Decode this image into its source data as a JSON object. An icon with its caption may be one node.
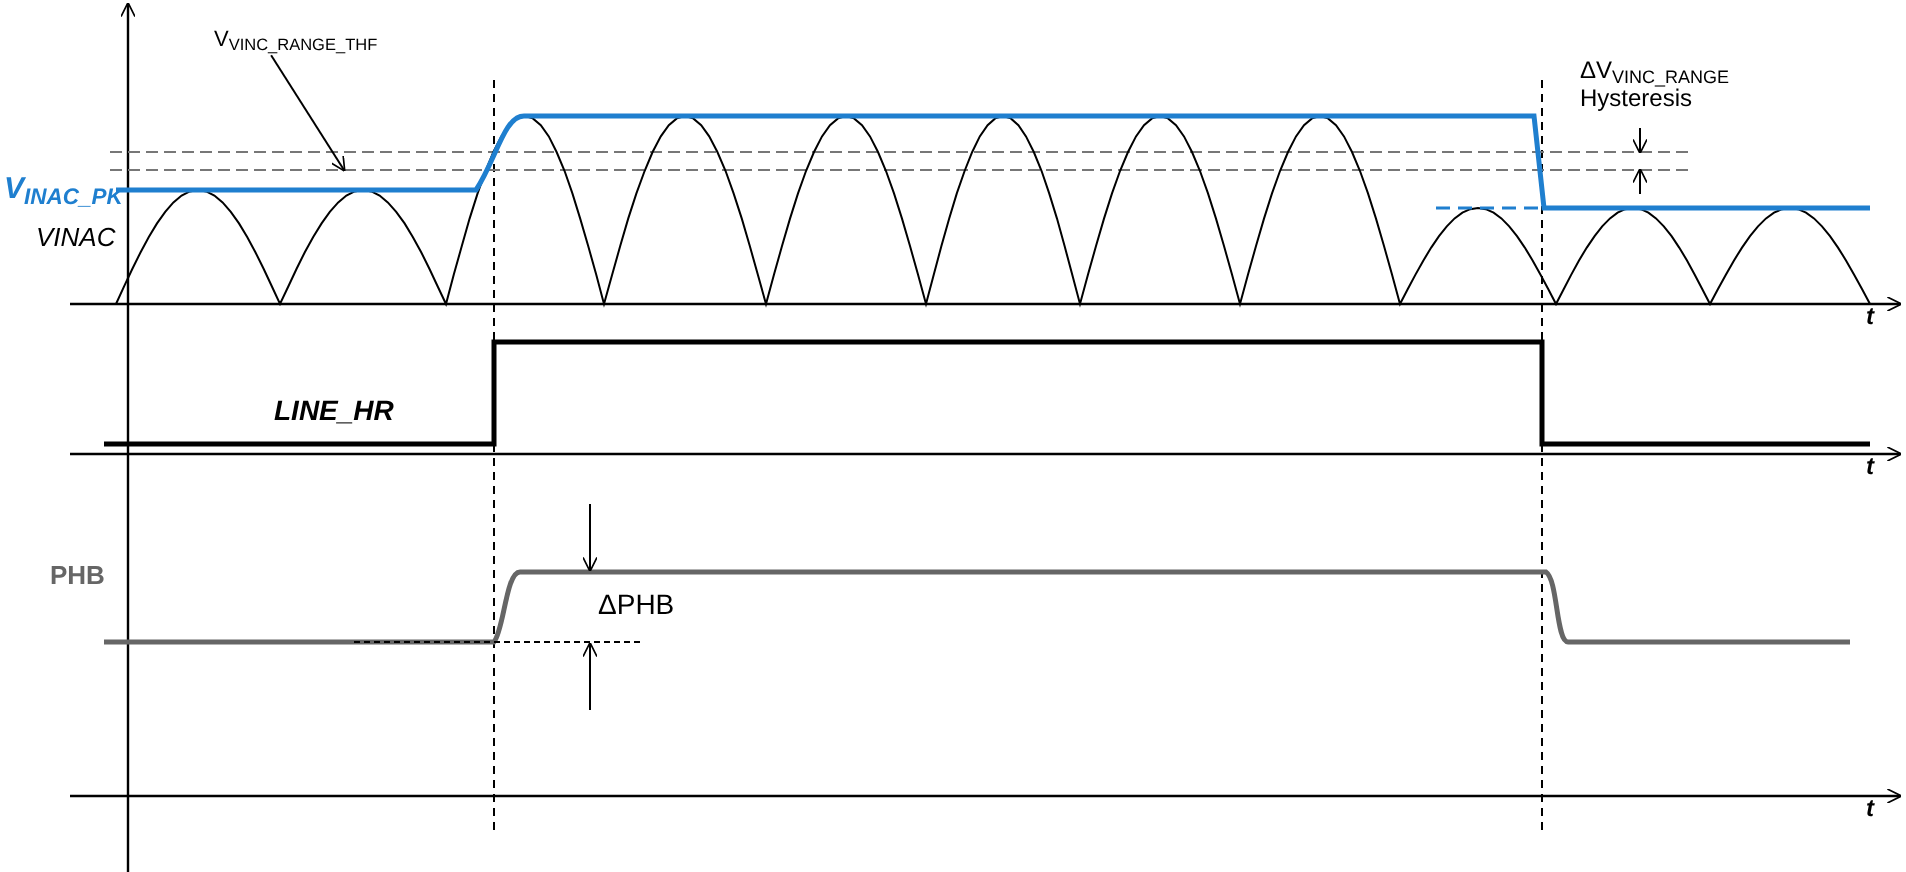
{
  "diagram": {
    "nodes": [
      {
        "text": [
          "V$_{VINC_RANGE_THF}$"
        ]
      },
      {
        "text": [],
        "shape": "line"
      }
    ],
    "edges": [
      {
        "from": 0,
        "to": 1,
        "arrow": "to"
      }
    ],
    "labels": [
      "ΔV$_{VINC_RANGE}$ Hysteresis",
      "V$_{INAC_PK}$",
      "VINAC",
      "t",
      "LINE_HR",
      "t",
      "PHB",
      "ΔPHB",
      "t"
    ]
  }
}
